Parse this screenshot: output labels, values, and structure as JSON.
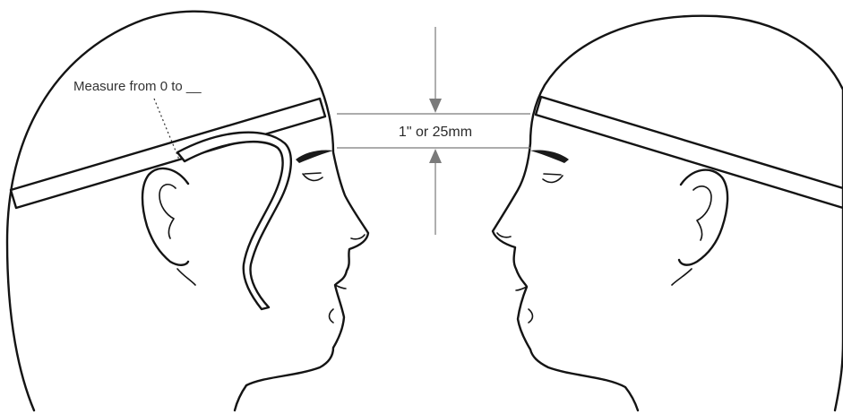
{
  "labels": {
    "measure": "Measure from 0 to __",
    "offset": "1\" or 25mm"
  },
  "colors": {
    "outline": "#141414",
    "guide": "#7a7a7a",
    "background": "#ffffff"
  },
  "icons": {
    "left_head": "head-profile-facing-right",
    "right_head": "head-profile-facing-left"
  }
}
